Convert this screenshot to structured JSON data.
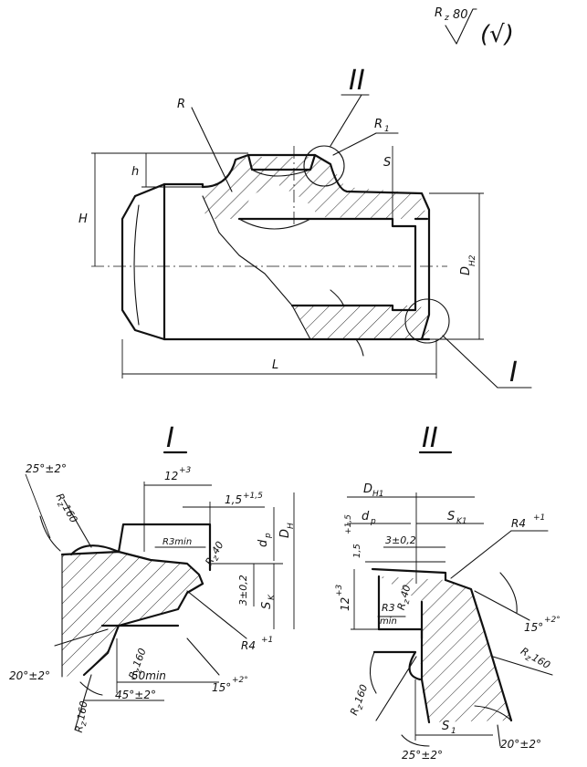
{
  "roughness": {
    "main": "R",
    "sub": "z",
    "value": "80",
    "paren_mark": "(√)"
  },
  "main_view": {
    "section_mark": "II",
    "view_mark": "I",
    "labels": {
      "R": "R",
      "R1": "R",
      "R1_sub": "1",
      "h": "h",
      "H": "H",
      "S": "S",
      "DH2": "D",
      "DH2_sub": "H2",
      "L": "L"
    }
  },
  "detail_I": {
    "title": "I",
    "labels": {
      "angle_top": "25°±2°",
      "rz160_a": "R",
      "rz160_a_sub": "z",
      "rz160_a_val": "160",
      "len_12": "12",
      "len_12_tol": "+3",
      "len_15": "1,5",
      "len_15_tol": "+1,5",
      "dp": "d",
      "dp_sub": "p",
      "DH": "D",
      "DH_sub": "H",
      "r3min": "R3min",
      "rz40": "R",
      "rz40_sub": "z",
      "rz40_val": "40",
      "tol_3": "3±0,2",
      "Sk": "S",
      "Sk_sub": "K",
      "r4": "R4",
      "r4_tol": "+1",
      "angle_20": "20°±2°",
      "rz160_b": "R",
      "rz160_b_sub": "z",
      "rz160_b_val": "160",
      "min50": "50min",
      "angle_15": "15°",
      "angle_15_tol": "+2°",
      "rz160_c": "R",
      "rz160_c_sub": "z",
      "rz160_c_val": "160",
      "angle_45": "45°±2°"
    }
  },
  "detail_II": {
    "title": "II",
    "labels": {
      "DH1": "D",
      "DH1_sub": "H1",
      "dp": "d",
      "dp_sub": "p",
      "Sk1": "S",
      "Sk1_sub": "K1",
      "r4": "R4",
      "r4_tol": "+1",
      "len_15": "1,5",
      "len_15_tol": "+1,5",
      "tol_3": "3±0,2",
      "len_12": "12",
      "len_12_tol": "+3",
      "rz40": "R",
      "rz40_sub": "z",
      "rz40_val": "40",
      "r3": "R3",
      "r3_min": "min",
      "angle_15": "15°",
      "angle_15_tol": "+2°",
      "rz160_a": "R",
      "rz160_a_sub": "z",
      "rz160_a_val": "160",
      "rz160_b": "R",
      "rz160_b_sub": "z",
      "rz160_b_val": "160",
      "S1": "S",
      "S1_sub": "1",
      "angle_25": "25°±2°",
      "angle_20": "20°±2°"
    }
  }
}
